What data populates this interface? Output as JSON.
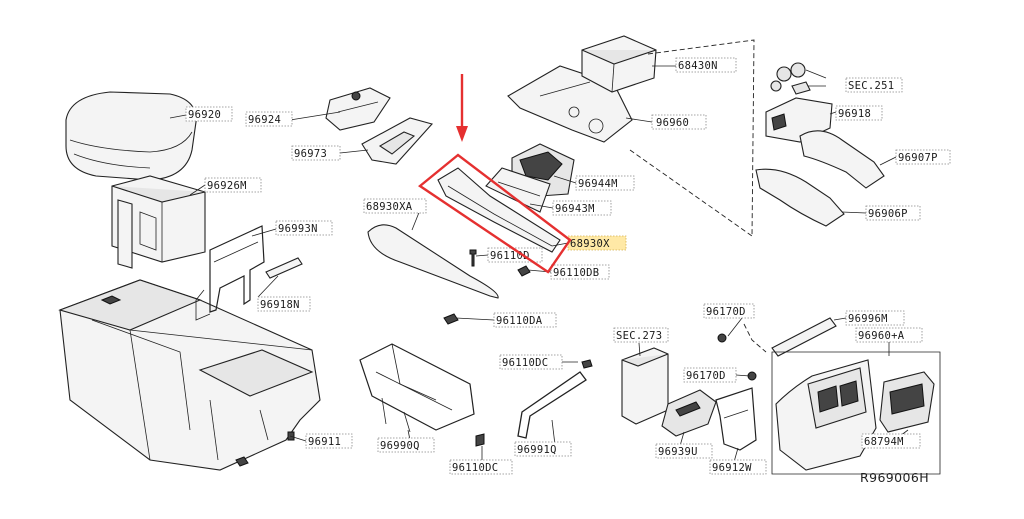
{
  "reference_code": "R969006H",
  "highlight": {
    "color": "#e53030",
    "label_bg": "#ffe9a6"
  },
  "parts": {
    "p68430N": "68430N",
    "pSEC251": "SEC.251",
    "p96920": "96920",
    "p96924": "96924",
    "p96918": "96918",
    "p96960": "96960",
    "p96973": "96973",
    "p96907P": "96907P",
    "p96926M": "96926M",
    "p96944M": "96944M",
    "p68930XA": "68930XA",
    "p96943M": "96943M",
    "p96906P": "96906P",
    "p96993N": "96993N",
    "p68930X": "68930X",
    "p96110D": "96110D",
    "p96110DB": "96110DB",
    "p96918N": "96918N",
    "p96170D_a": "96170D",
    "p96110DA": "96110DA",
    "p96996M": "96996M",
    "pSEC273": "SEC.273",
    "p96960A": "96960+A",
    "p96110DC": "96110DC",
    "p96170D_b": "96170D",
    "p96911": "96911",
    "p96990Q": "96990Q",
    "p96991Q": "96991Q",
    "p96939U": "96939U",
    "p96912W": "96912W",
    "p68794M": "68794M",
    "p96110DC2": "96110DC"
  }
}
